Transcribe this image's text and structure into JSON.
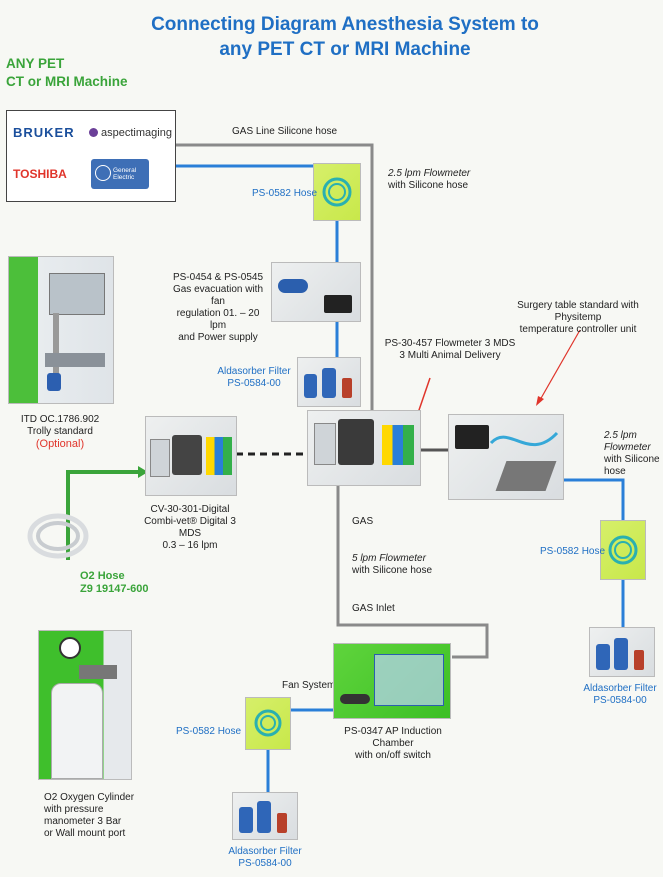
{
  "title": {
    "line1": "Connecting Diagram Anesthesia System to",
    "line2": "any PET CT or MRI Machine"
  },
  "machines": {
    "heading1": "ANY PET",
    "heading2": "CT or MRI Machine",
    "logos": [
      "BRUKER",
      "aspectimaging",
      "TOSHIBA",
      "General Electric"
    ]
  },
  "labels": {
    "gas_line": "GAS Line  Silicone hose",
    "hose_top": "PS-0582 Hose",
    "flowmeter_top_1": "2.5 lpm Flowmeter",
    "flowmeter_top_2": "with Silicone hose",
    "evac_1": "PS-0454 & PS-0545",
    "evac_2": "Gas evacuation with fan",
    "evac_3": "regulation 01. – 20 lpm",
    "evac_4": "and Power supply",
    "filter_top_1": "Aldasorber Filter",
    "filter_top_2": "PS-0584-00",
    "trolley_1": "ITD OC.1786.902",
    "trolley_2": "Trolly standard",
    "trolley_3": "(Optional)",
    "surgery_1": "Surgery table standard with Physitemp",
    "surgery_2": "temperature controller unit",
    "mds_1": "PS-30-457 Flowmeter 3 MDS",
    "mds_2": "3 Multi Animal Delivery",
    "flowmeter_right_1": "2.5 lpm Flowmeter",
    "flowmeter_right_2": "with Silicone hose",
    "combivet_1": "CV-30-301-Digital",
    "combivet_2": "Combi-vet® Digital 3",
    "combivet_3": "MDS",
    "combivet_4": "0.3 – 16 lpm",
    "gas": "GAS",
    "flowmeter_mid_1": "5 lpm Flowmeter",
    "flowmeter_mid_2": "with Silicone hose",
    "gas_inlet": "GAS Inlet",
    "hose_right": "PS-0582 Hose",
    "o2hose_1": "O2 Hose",
    "o2hose_2": "Z9 19147-600",
    "fan_system": "Fan System",
    "chamber_1": "PS-0347 AP Induction Chamber",
    "chamber_2": "with on/off switch",
    "hose_bottom": "PS-0582 Hose",
    "filter_right_1": "Aldasorber Filter",
    "filter_right_2": "PS-0584-00",
    "cylinder_1": "O2 Oxygen Cylinder",
    "cylinder_2": "with pressure",
    "cylinder_3": "manometer 3 Bar",
    "cylinder_4": "or Wall mount port",
    "filter_bottom_1": "Aldasorber Filter",
    "filter_bottom_2": "PS-0584-00"
  },
  "colors": {
    "title": "#1f6fc4",
    "accent_green": "#3aa43a",
    "optional_red": "#e0352b",
    "line_blue": "#2a7fd8",
    "line_gray": "#8a8a8a"
  }
}
